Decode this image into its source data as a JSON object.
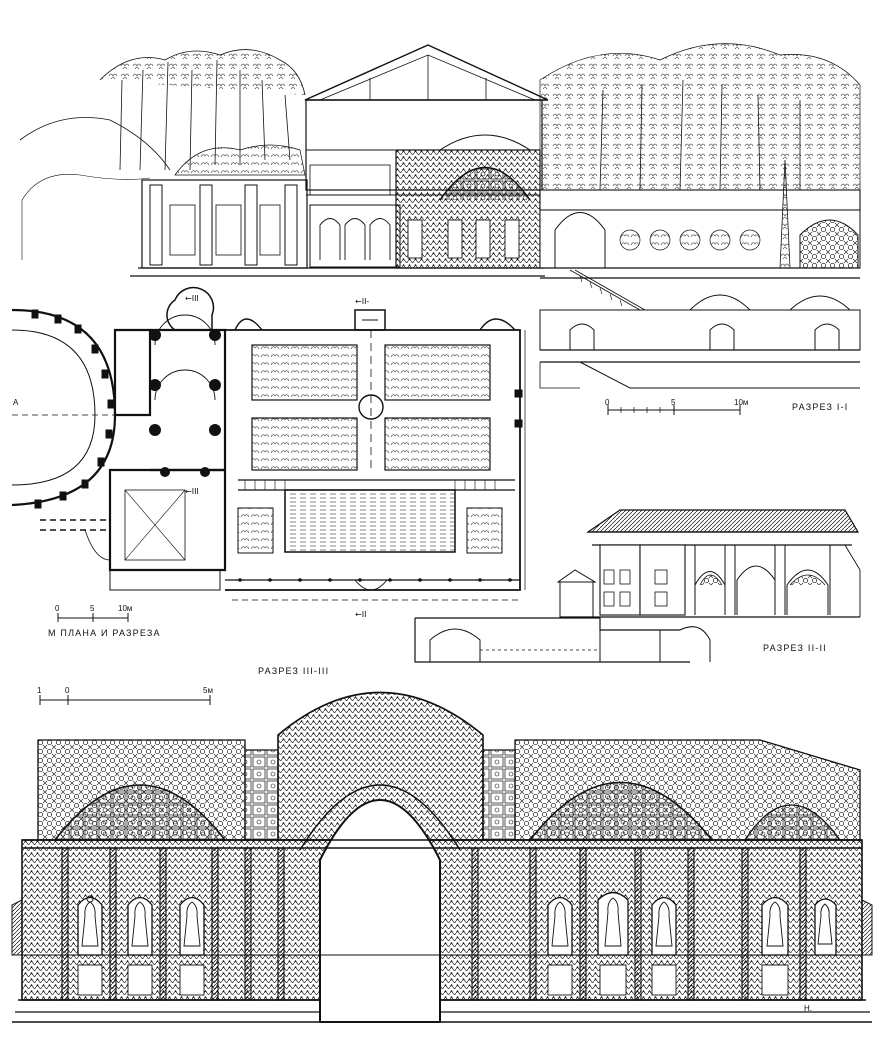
{
  "labels": {
    "section_1": "РАЗРЕЗ I-I",
    "section_2": "РАЗРЕЗ II-II",
    "section_3": "РАЗРЕЗ III-III",
    "scale_caption": "М ПЛАНА И РАЗРЕЗА",
    "plan_axis": "A"
  },
  "section_markers": {
    "m3_top": "←III",
    "m2_top": "←II-",
    "m3_mid": "←III",
    "m2_bottom": "←II"
  },
  "scales": {
    "top": {
      "t0": "0",
      "t1": "5",
      "t2": "10м"
    },
    "plan": {
      "t0": "0",
      "t1": "5",
      "t2": "10м"
    },
    "facade": {
      "t0": "1",
      "t1": "0",
      "t2": "5м"
    }
  },
  "signature": "Н."
}
